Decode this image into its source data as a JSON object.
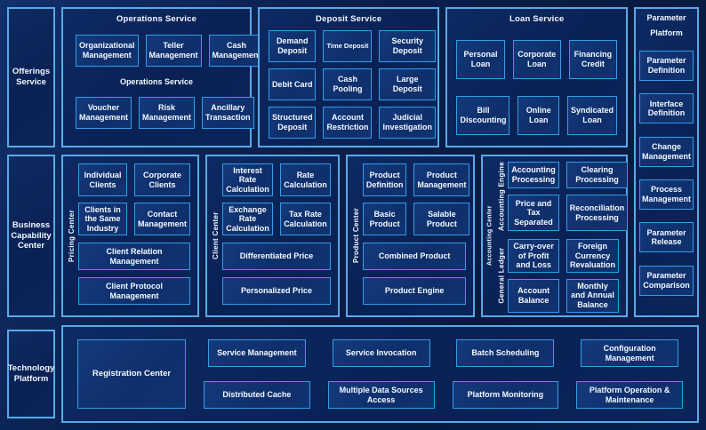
{
  "colors": {
    "page_background": "#0a1c44",
    "panel_fill": "#0a2155",
    "panel_border": "#58aae8",
    "box_fill": "#113371",
    "box_border": "#2f9fe8",
    "text": "#ffffff"
  },
  "left_rail": {
    "offerings": "Offerings Service",
    "business": "Business Capability Center",
    "technology": "Technology Platform"
  },
  "operations": {
    "title": "Operations Service",
    "subtitle": "Operations Service",
    "row1": [
      "Organizational Management",
      "Teller Management",
      "Cash Management"
    ],
    "row2": [
      "Voucher Management",
      "Risk Management",
      "Ancillary Transaction"
    ]
  },
  "deposit": {
    "title": "Deposit Service",
    "items": [
      "Demand Deposit",
      "Time Deposit",
      "Security Deposit",
      "Debit Card",
      "Cash Pooling",
      "Large Deposit",
      "Structured Deposit",
      "Account Restriction",
      "Judicial Investigation"
    ]
  },
  "loan": {
    "title": "Loan Service",
    "items": [
      "Personal Loan",
      "Corporate Loan",
      "Financing Credit",
      "Bill Discounting",
      "Online Loan",
      "Syndicated Loan"
    ]
  },
  "parameter": {
    "title_line1": "Parameter",
    "title_line2": "Platform",
    "items": [
      "Parameter Definition",
      "Interface Definition",
      "Change Management",
      "Process Management",
      "Parameter Release",
      "Parameter Comparison"
    ]
  },
  "pricing_center": {
    "label": "Pricing Center",
    "grid": [
      "Individual Clients",
      "Corporate Clients",
      "Clients in the Same Industry",
      "Contact Management"
    ],
    "wide": [
      "Client Relation Management",
      "Client Protocol Management"
    ]
  },
  "client_center": {
    "label": "Client Center",
    "grid": [
      "Interest Rate Calculation",
      "Rate Calculation",
      "Exchange Rate Calculation",
      "Tax Rate Calculation"
    ],
    "wide": [
      "Differentiated Price",
      "Personalized Price"
    ]
  },
  "product_center": {
    "label": "Product Center",
    "grid": [
      "Product Definition",
      "Product Management",
      "Basic Product",
      "Salable Product"
    ],
    "wide": [
      "Combined Product",
      "Product Engine"
    ]
  },
  "accounting_center": {
    "label": "Accounting Center",
    "engine": {
      "label": "Accounting Engine",
      "items": [
        "Accounting Processing",
        "Clearing Processing",
        "Price and Tax Separated",
        "Reconciliation Processing"
      ]
    },
    "ledger": {
      "label": "General Ledger",
      "items": [
        "Carry-over of Profit and Loss",
        "Foreign Currency Revaluation",
        "Account Balance",
        "Monthly and Annual Balance"
      ]
    }
  },
  "technology": {
    "registration": "Registration Center",
    "columns": [
      [
        "Service Management",
        "Distributed Cache"
      ],
      [
        "Service Invocation",
        "Multiple Data Sources Access"
      ],
      [
        "Batch Scheduling",
        "Platform Monitoring"
      ],
      [
        "Configuration Management",
        "Platform Operation & Maintenance"
      ]
    ]
  }
}
